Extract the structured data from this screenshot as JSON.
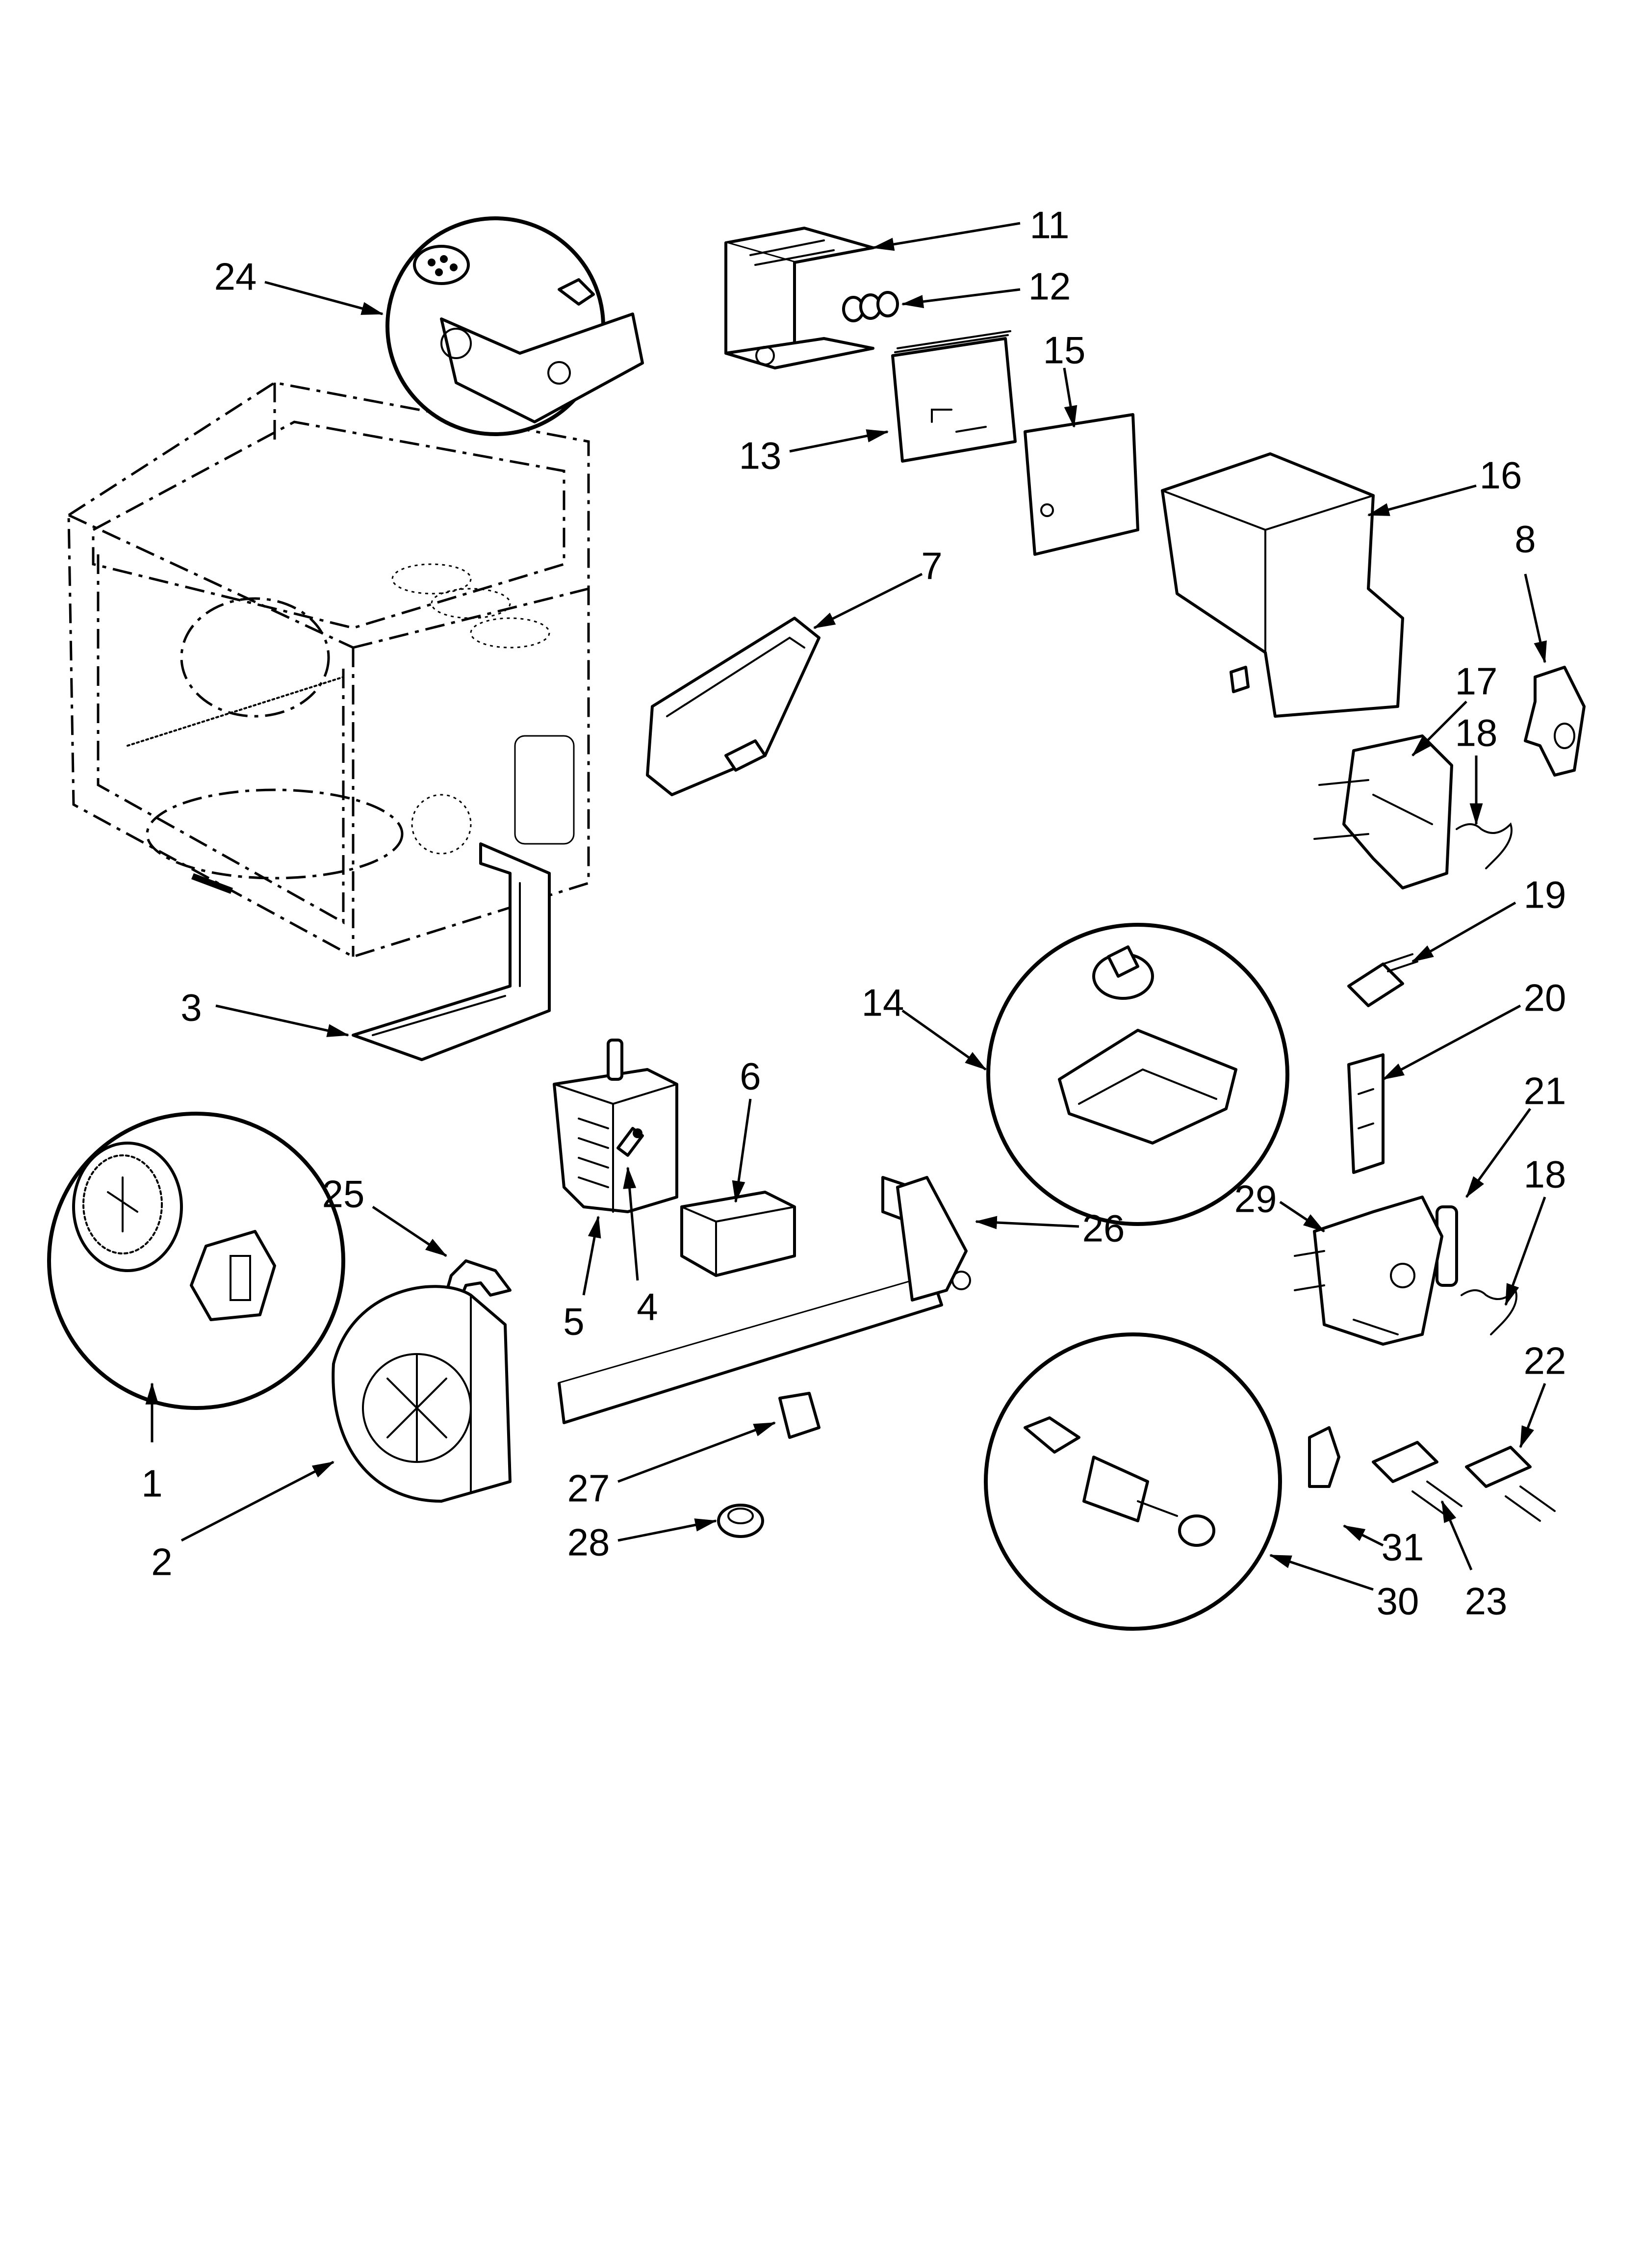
{
  "diagram": {
    "style": {
      "line_color": "#000000",
      "background": "#ffffff"
    },
    "callouts": [
      {
        "id": "c1",
        "label": "1"
      },
      {
        "id": "c2",
        "label": "2"
      },
      {
        "id": "c3",
        "label": "3"
      },
      {
        "id": "c4",
        "label": "4"
      },
      {
        "id": "c5",
        "label": "5"
      },
      {
        "id": "c6",
        "label": "6"
      },
      {
        "id": "c7",
        "label": "7"
      },
      {
        "id": "c8",
        "label": "8"
      },
      {
        "id": "c11",
        "label": "11"
      },
      {
        "id": "c12",
        "label": "12"
      },
      {
        "id": "c13",
        "label": "13"
      },
      {
        "id": "c14",
        "label": "14"
      },
      {
        "id": "c15",
        "label": "15"
      },
      {
        "id": "c16",
        "label": "16"
      },
      {
        "id": "c17",
        "label": "17"
      },
      {
        "id": "c18a",
        "label": "18"
      },
      {
        "id": "c19",
        "label": "19"
      },
      {
        "id": "c20",
        "label": "20"
      },
      {
        "id": "c21",
        "label": "21"
      },
      {
        "id": "c18b",
        "label": "18"
      },
      {
        "id": "c22",
        "label": "22"
      },
      {
        "id": "c23",
        "label": "23"
      },
      {
        "id": "c24",
        "label": "24"
      },
      {
        "id": "c25",
        "label": "25"
      },
      {
        "id": "c26",
        "label": "26"
      },
      {
        "id": "c27",
        "label": "27"
      },
      {
        "id": "c28",
        "label": "28"
      },
      {
        "id": "c29",
        "label": "29"
      },
      {
        "id": "c30",
        "label": "30"
      },
      {
        "id": "c31",
        "label": "31"
      }
    ]
  }
}
